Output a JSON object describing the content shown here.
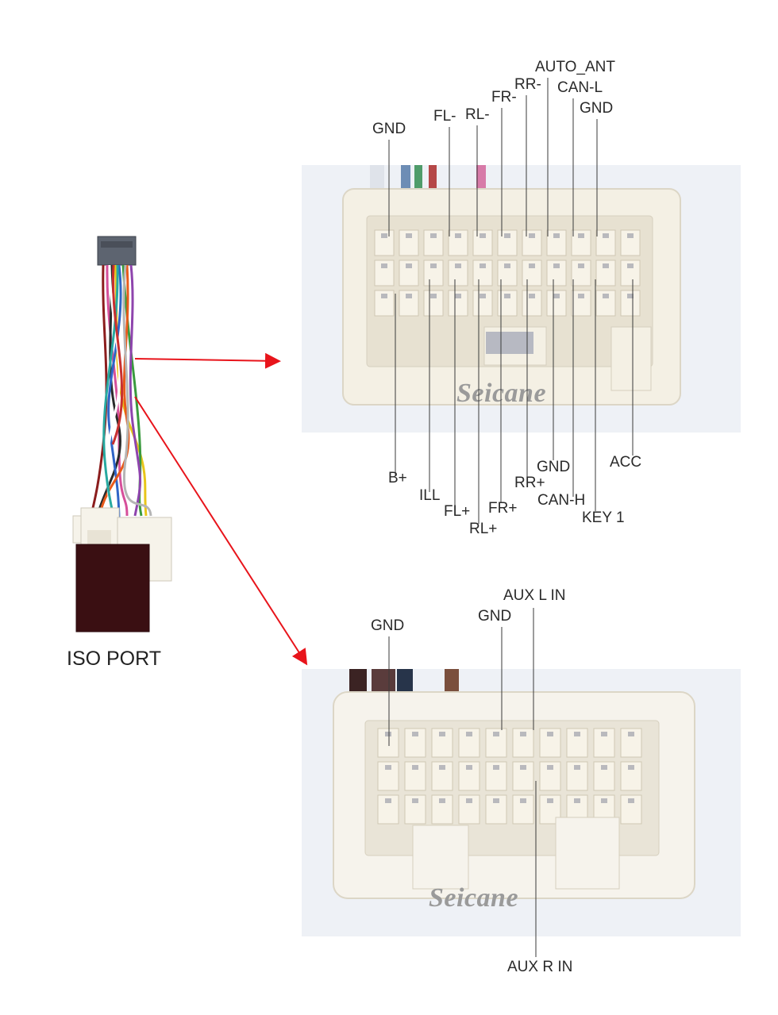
{
  "left_label": "ISO PORT",
  "watermark": "Seicane",
  "upper_connector": {
    "top_labels": [
      "GND",
      "FL-",
      "RL-",
      "FR-",
      "RR-",
      "AUTO_ANT",
      "CAN-L",
      "GND"
    ],
    "bottom_labels": [
      "B+",
      "ILL",
      "FL+",
      "RL+",
      "FR+",
      "RR+",
      "GND",
      "CAN-H",
      "KEY 1",
      "ACC"
    ]
  },
  "lower_connector": {
    "top_labels": [
      "GND",
      "GND",
      "AUX L IN"
    ],
    "bottom_labels": [
      "AUX R IN"
    ]
  },
  "colors": {
    "leader_line": "#3a3a3a",
    "arrow": "#e8141b",
    "connector_body": "#f4f0e4",
    "photo_background": "#eef1f6"
  }
}
